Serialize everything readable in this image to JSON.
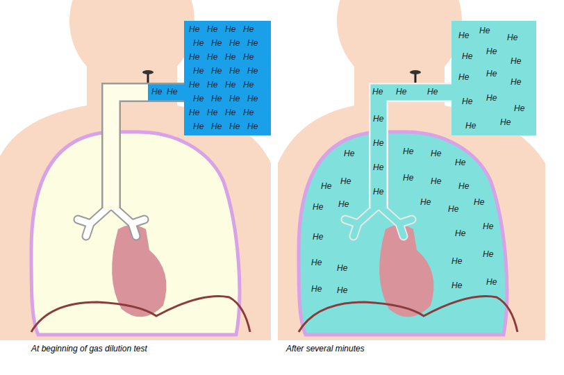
{
  "diagram": {
    "nodes": [
      {
        "text": [
          "He",
          "He",
          "He",
          "He",
          "He",
          "He",
          "He",
          "He",
          "He",
          "He",
          "He",
          "He",
          "He",
          "He",
          "He",
          "He",
          "He",
          "He",
          "He",
          "He",
          "He",
          "He",
          "He",
          "He",
          "He",
          "He",
          "He",
          "He",
          "He",
          "He",
          "He",
          "He"
        ]
      },
      {
        "text": [
          "He",
          "He",
          "He",
          "He",
          "He",
          "He",
          "He",
          "He",
          "He",
          "He",
          "He",
          "He",
          "He",
          "He"
        ]
      }
    ],
    "labels": [
      "He",
      "He",
      "He",
      "He",
      "He",
      "He",
      "He",
      "He",
      "He",
      "He",
      "He",
      "He",
      "He",
      "He",
      "He",
      "He",
      "He",
      "He",
      "He",
      "He",
      "He",
      "He",
      "He",
      "He",
      "He",
      "He",
      "He",
      "He",
      "He",
      "He",
      "He",
      "He",
      "He",
      "He",
      "At beginning of gas dilution test",
      "After several minutes"
    ]
  }
}
